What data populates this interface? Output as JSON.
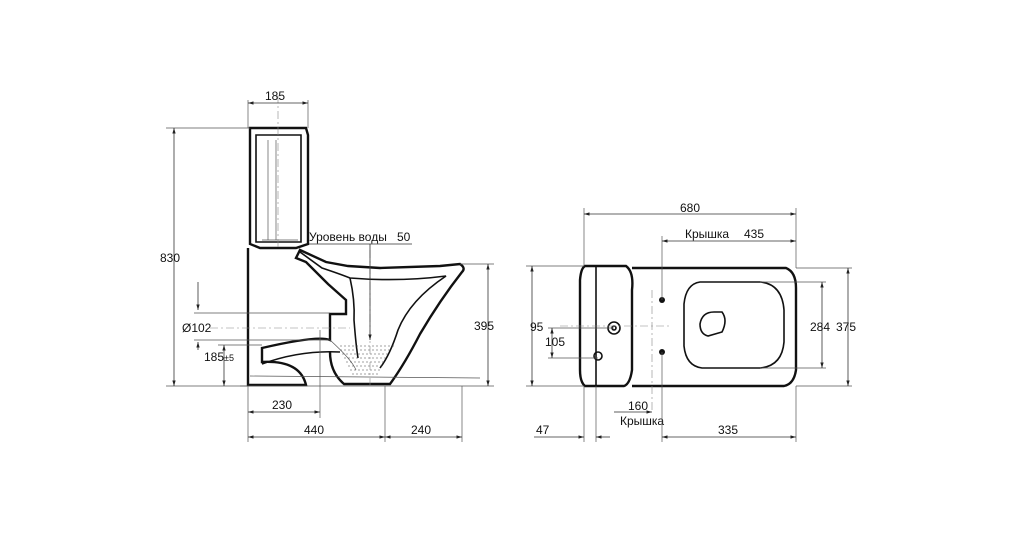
{
  "side_view": {
    "tank_depth": "185",
    "total_height": "830",
    "water_level_label": "Уровень воды",
    "water_level_value": "50",
    "bowl_height": "395",
    "outlet_diameter": "Ø102",
    "outlet_height": "185",
    "outlet_tolerance": "±5",
    "outlet_offset": "230",
    "rear_length": "440",
    "front_length": "240"
  },
  "top_view": {
    "total_length": "680",
    "lid_label_top": "Крышка",
    "lid_length_top": "435",
    "dim_95": "95",
    "dim_105": "105",
    "inner_width": "284",
    "outer_width": "375",
    "lid_offset": "160",
    "lid_label_bottom": "Крышка",
    "rear_offset": "47",
    "front_distance": "335"
  }
}
